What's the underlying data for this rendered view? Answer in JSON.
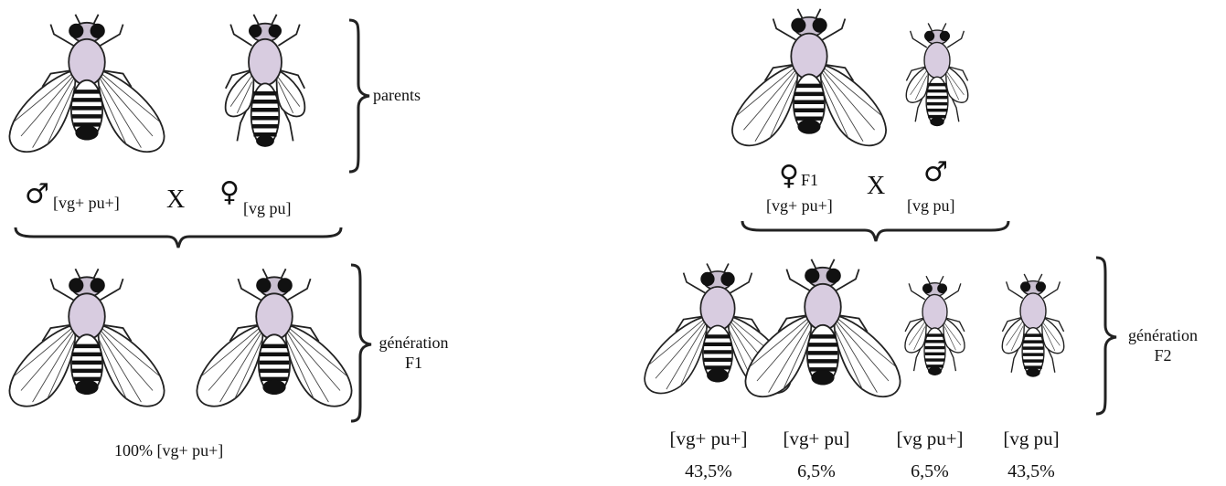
{
  "left": {
    "parents_label": "parents",
    "male_symbol": "♂",
    "female_symbol": "♀",
    "male_genotype": "[vg+ pu+]",
    "cross_symbol": "X",
    "female_genotype": "[vg pu]",
    "f1_label_line1": "génération",
    "f1_label_line2": "F1",
    "f1_result": "100% [vg+ pu+]"
  },
  "right": {
    "female_symbol": "♀",
    "female_f1_label": "F1",
    "female_genotype": "[vg+ pu+]",
    "cross_symbol": "X",
    "male_symbol": "♂",
    "male_genotype": "[vg pu]",
    "f2_label_line1": "génération",
    "f2_label_line2": "F2",
    "offspring": [
      {
        "genotype": "[vg+ pu+]",
        "percent": "43,5%"
      },
      {
        "genotype": "[vg+ pu]",
        "percent": "6,5%"
      },
      {
        "genotype": "[vg pu+]",
        "percent": "6,5%"
      },
      {
        "genotype": "[vg pu]",
        "percent": "43,5%"
      }
    ]
  }
}
